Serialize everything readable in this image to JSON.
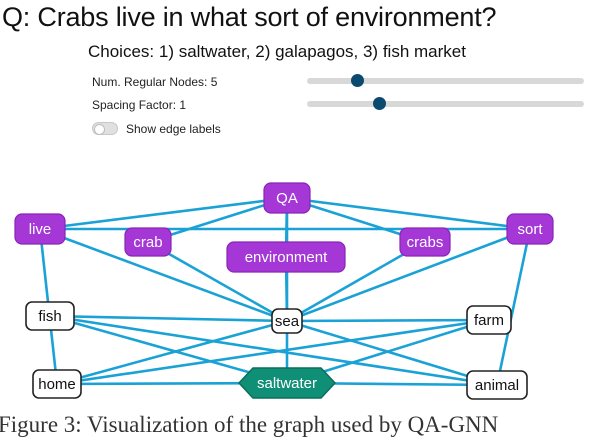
{
  "question": "Q: Crabs live in what sort of environment?",
  "choices": "Choices: 1) saltwater, 2) galapagos, 3) fish market",
  "controls": {
    "num_regular_nodes": {
      "label": "Num. Regular Nodes: 5",
      "value_fraction": 0.18
    },
    "spacing_factor": {
      "label": "Spacing Factor: 1",
      "value_fraction": 0.26
    },
    "edge_labels": {
      "label": "Show edge labels",
      "on": false
    }
  },
  "graph": {
    "colors": {
      "purple": "#a437d6",
      "purple_border": "#8a24b8",
      "green": "#108f77",
      "edge": "#1aa2d6"
    },
    "nodes": [
      {
        "id": "QA",
        "label": "QA",
        "kind": "qa"
      },
      {
        "id": "live",
        "label": "live",
        "kind": "question"
      },
      {
        "id": "crab",
        "label": "crab",
        "kind": "question"
      },
      {
        "id": "environment",
        "label": "environment",
        "kind": "question"
      },
      {
        "id": "crabs",
        "label": "crabs",
        "kind": "question"
      },
      {
        "id": "sort",
        "label": "sort",
        "kind": "question"
      },
      {
        "id": "fish",
        "label": "fish",
        "kind": "regular"
      },
      {
        "id": "sea",
        "label": "sea",
        "kind": "regular"
      },
      {
        "id": "farm",
        "label": "farm",
        "kind": "regular"
      },
      {
        "id": "home",
        "label": "home",
        "kind": "regular"
      },
      {
        "id": "saltwater",
        "label": "saltwater",
        "kind": "answer"
      },
      {
        "id": "animal",
        "label": "animal",
        "kind": "regular"
      }
    ],
    "edges": [
      [
        "QA",
        "live"
      ],
      [
        "QA",
        "crab"
      ],
      [
        "QA",
        "environment"
      ],
      [
        "QA",
        "crabs"
      ],
      [
        "QA",
        "sort"
      ],
      [
        "QA",
        "sea"
      ],
      [
        "live",
        "sort"
      ],
      [
        "live",
        "sea"
      ],
      [
        "live",
        "home"
      ],
      [
        "crab",
        "sea"
      ],
      [
        "crabs",
        "sea"
      ],
      [
        "sort",
        "sea"
      ],
      [
        "sort",
        "animal"
      ],
      [
        "environment",
        "sea"
      ],
      [
        "sea",
        "fish"
      ],
      [
        "sea",
        "farm"
      ],
      [
        "sea",
        "home"
      ],
      [
        "sea",
        "animal"
      ],
      [
        "sea",
        "saltwater"
      ],
      [
        "fish",
        "saltwater"
      ],
      [
        "fish",
        "animal"
      ],
      [
        "farm",
        "saltwater"
      ],
      [
        "farm",
        "home"
      ],
      [
        "home",
        "saltwater"
      ],
      [
        "saltwater",
        "animal"
      ]
    ]
  },
  "caption": "Figure 3: Visualization of the graph used by QA-GNN"
}
